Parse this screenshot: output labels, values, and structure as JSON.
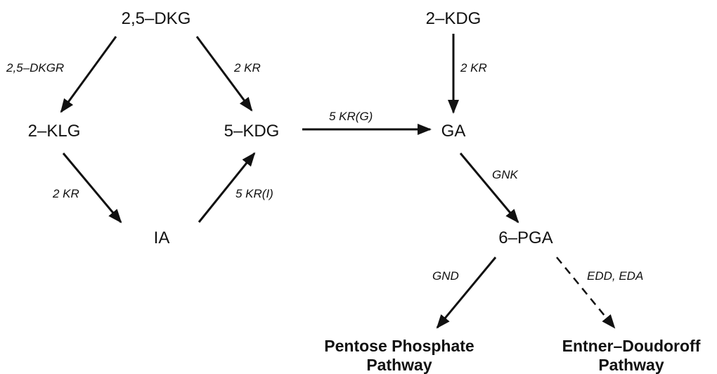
{
  "nodes": {
    "dkg_25": "2,5–DKG",
    "kdg_2": "2–KDG",
    "klg_2": "2–KLG",
    "kdg_5": "5–KDG",
    "ga": "GA",
    "ia": "IA",
    "pga_6": "6–PGA"
  },
  "enzymes": {
    "dkgr_25": "2,5–DKGR",
    "kr2_top": "2 KR",
    "kr2_right": "2 KR",
    "kr5_g": "5 KR(G)",
    "kr2_bottom": "2 KR",
    "kr5_i": "5 KR(I)",
    "gnk": "GNK",
    "gnd": "GND",
    "edd_eda": "EDD, EDA"
  },
  "pathways": {
    "pentose_line1": "Pentose Phosphate",
    "pentose_line2": "Pathway",
    "entner_line1": "Entner–Doudoroff",
    "entner_line2": "Pathway"
  },
  "colors": {
    "ink": "#111111",
    "background": "#ffffff"
  }
}
